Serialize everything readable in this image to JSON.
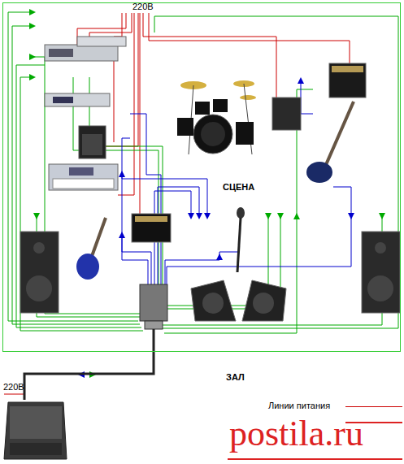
{
  "diagram": {
    "nodes": [
      {
        "text": [
          "СЦЕНА"
        ]
      }
    ],
    "labels": [
      "220В",
      "ЗАЛ",
      "220В",
      "postila.ru"
    ],
    "legend": [
      {
        "text": "Линии питания"
      }
    ]
  }
}
